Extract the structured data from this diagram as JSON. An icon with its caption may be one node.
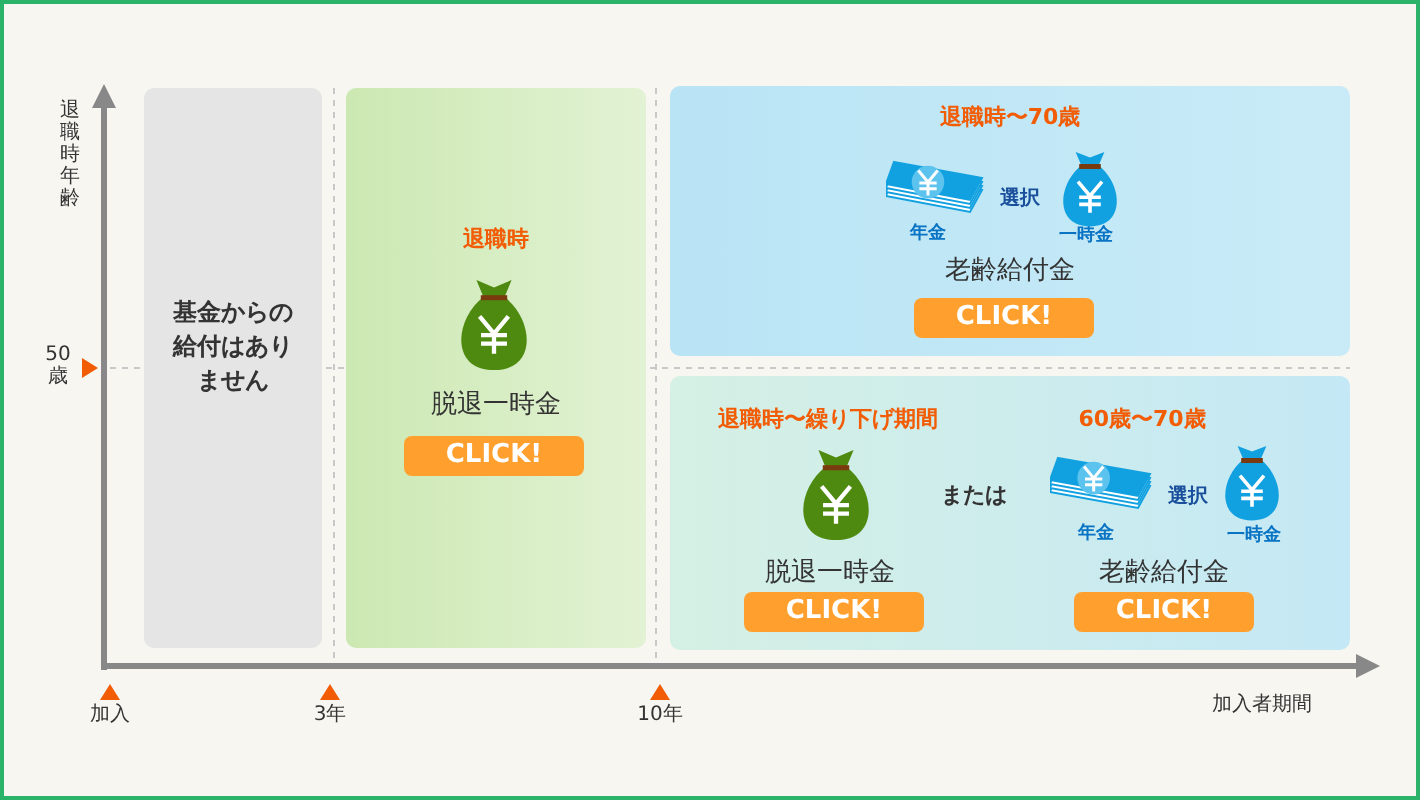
{
  "diagram": {
    "nodes": [
      {
        "text": [
          "基金からの給付はありません"
        ]
      },
      {
        "text": [
          "退職時",
          "脱退一時金"
        ]
      },
      {
        "text": [
          "CLICK!"
        ],
        "in": 1
      },
      {
        "text": [
          "退職時〜70歳",
          "年金",
          "選択",
          "一時金",
          "老齢給付金"
        ]
      },
      {
        "text": [
          "CLICK!"
        ],
        "in": 3
      },
      {
        "text": [
          "退職時〜繰り下げ期間",
          "脱退一時金",
          "または",
          "60歳〜70歳",
          "年金",
          "選択",
          "一時金",
          "老齢給付金"
        ]
      },
      {
        "text": [
          "CLICK!"
        ],
        "in": 5
      },
      {
        "text": [
          "CLICK!"
        ],
        "in": 5
      }
    ],
    "edges": [],
    "labels": [
      "退職時年齢",
      "50歳",
      "加入",
      "3年",
      "10年",
      "加入者期間"
    ]
  }
}
